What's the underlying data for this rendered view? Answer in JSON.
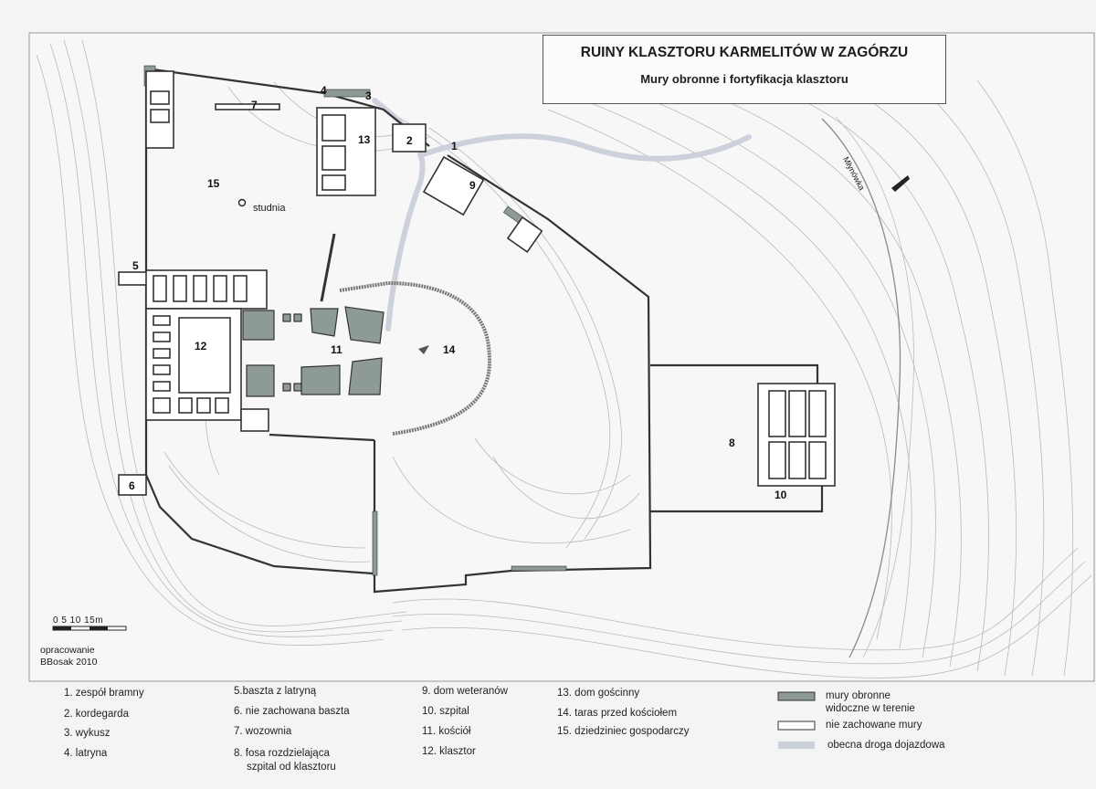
{
  "title": "RUINY KLASZTORU KARMELITÓW W ZAGÓRZU",
  "subtitle": "Mury obronne i fortyfikacja klasztoru",
  "map_labels": {
    "n1": "1",
    "n2": "2",
    "n3": "3",
    "n4": "4",
    "n5": "5",
    "n6": "6",
    "n7": "7",
    "n8": "8",
    "n9": "9",
    "n10": "10",
    "n11": "11",
    "n12": "12",
    "n13": "13",
    "n14": "14",
    "n15": "15",
    "studnia": "studnia",
    "stream": "Młynówka"
  },
  "scale": {
    "label": "0   5  10  15m"
  },
  "credit": {
    "line1": "opracowanie",
    "line2": "BBosak 2010"
  },
  "legend": {
    "col1": [
      "1. zespół bramny",
      "2. kordegarda",
      "3. wykusz",
      "4. latryna"
    ],
    "col2": [
      "5.baszta z latryną",
      "6. nie zachowana baszta",
      "7. wozownia",
      "8. fosa rozdzielająca",
      "szpital od klasztoru"
    ],
    "col3": [
      "9. dom weteranów",
      "10. szpital",
      "11. kościół",
      "12. klasztor"
    ],
    "col4": [
      "13. dom gościnny",
      "14.  taras przed kościołem",
      "15.  dziedziniec gospodarczy"
    ]
  },
  "key": {
    "preserved_line1": "mury obronne",
    "preserved_line2": "widoczne w terenie",
    "lost": "nie zachowane mury",
    "road": "obecna droga dojazdowa",
    "colors": {
      "preserved": "#8e9a97",
      "lost": "#ffffff",
      "road": "#c9cdd8"
    }
  }
}
